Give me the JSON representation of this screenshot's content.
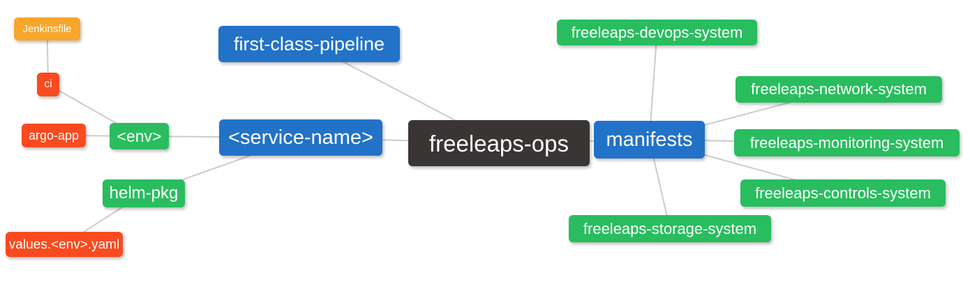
{
  "diagram": {
    "type": "mindmap",
    "background": "#ffffff",
    "edge_color": "#cccccc",
    "palette": {
      "blue": "#2272c8",
      "green": "#29bd5f",
      "orange": "#f8a62c",
      "red": "#fa4a1f",
      "dark": "#3a3535",
      "text": "#ffffff"
    },
    "nodes": {
      "jenkinsfile": {
        "label": "Jenkinsfile",
        "color": "orange"
      },
      "ci": {
        "label": "ci",
        "color": "red"
      },
      "argo_app": {
        "label": "argo-app",
        "color": "red"
      },
      "env": {
        "label": "<env>",
        "color": "green"
      },
      "first_class_pipeline": {
        "label": "first-class-pipeline",
        "color": "blue"
      },
      "service_name": {
        "label": "<service-name>",
        "color": "blue"
      },
      "helm_pkg": {
        "label": "helm-pkg",
        "color": "green"
      },
      "values_env_yaml": {
        "label": "values.<env>.yaml",
        "color": "red"
      },
      "freeleaps_ops": {
        "label": "freeleaps-ops",
        "color": "dark"
      },
      "manifests": {
        "label": "manifests",
        "color": "blue"
      },
      "freeleaps_devops_system": {
        "label": "freeleaps-devops-system",
        "color": "green"
      },
      "freeleaps_network_system": {
        "label": "freeleaps-network-system",
        "color": "green"
      },
      "freeleaps_monitoring_system": {
        "label": "freeleaps-monitoring-system",
        "color": "green"
      },
      "freeleaps_controls_system": {
        "label": "freeleaps-controls-system",
        "color": "green"
      },
      "freeleaps_storage_system": {
        "label": "freeleaps-storage-system",
        "color": "green"
      }
    },
    "edges": [
      [
        "jenkinsfile",
        "ci"
      ],
      [
        "ci",
        "env"
      ],
      [
        "argo_app",
        "env"
      ],
      [
        "env",
        "service_name"
      ],
      [
        "helm_pkg",
        "service_name"
      ],
      [
        "values_env_yaml",
        "helm_pkg"
      ],
      [
        "first_class_pipeline",
        "freeleaps_ops"
      ],
      [
        "service_name",
        "freeleaps_ops"
      ],
      [
        "freeleaps_ops",
        "manifests"
      ],
      [
        "manifests",
        "freeleaps_devops_system"
      ],
      [
        "manifests",
        "freeleaps_network_system"
      ],
      [
        "manifests",
        "freeleaps_monitoring_system"
      ],
      [
        "manifests",
        "freeleaps_controls_system"
      ],
      [
        "manifests",
        "freeleaps_storage_system"
      ]
    ]
  }
}
